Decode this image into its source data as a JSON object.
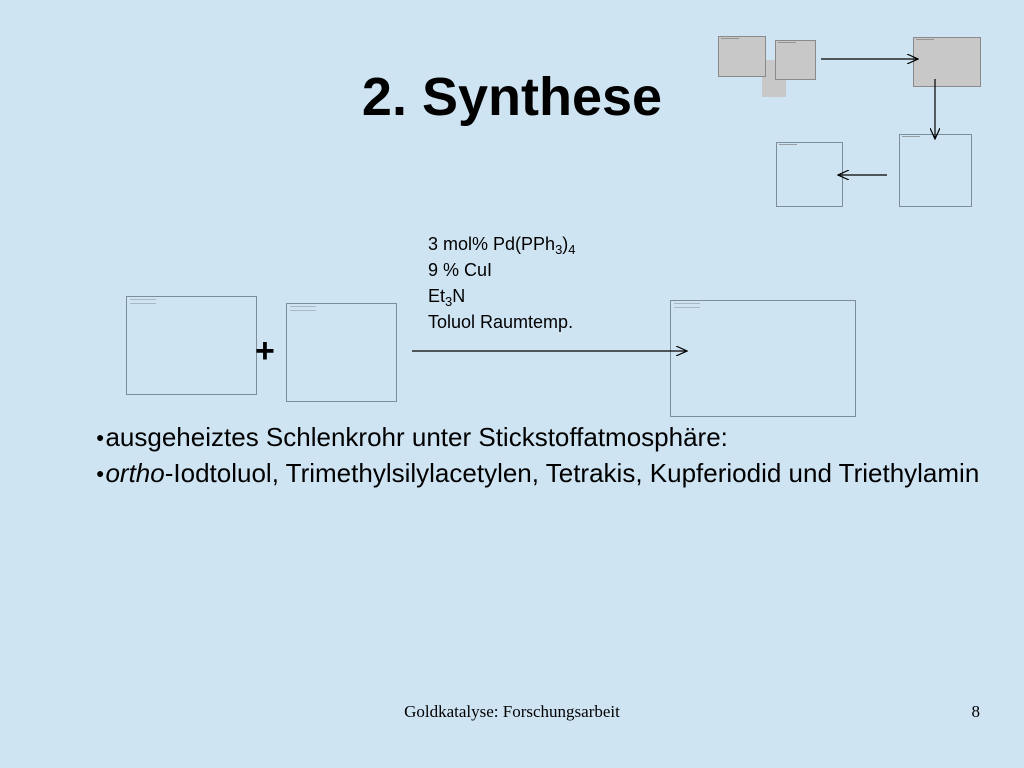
{
  "slide": {
    "title": "2. Synthese"
  },
  "reaction": {
    "plus": "+",
    "conditions": {
      "line1_main": "3 mol% Pd(PPh",
      "line1_sub1": "3",
      "line1_close": ")",
      "line1_sub2": "4",
      "line2": "9 % CuI",
      "line3_main": "Et",
      "line3_sub": "3",
      "line3_end": "N",
      "line4": "Toluol Raumtemp."
    }
  },
  "bullets": [
    {
      "marker": "●",
      "text": "ausgeheiztes Schlenkrohr unter Stickstoffatmosphäre:"
    },
    {
      "marker": "●",
      "italic": "ortho",
      "text": "-Iodtoluol, Trimethylsilylacetylen, Tetrakis, Kupferiodid und Triethylamin"
    }
  ],
  "footer": {
    "text": "Goldkatalyse: Forschungsarbeit",
    "page": "8"
  },
  "colors": {
    "background": "#cfe4f3",
    "placeholder_fill": "#c8c8c8",
    "placeholder_border": "#7a8e9c"
  }
}
